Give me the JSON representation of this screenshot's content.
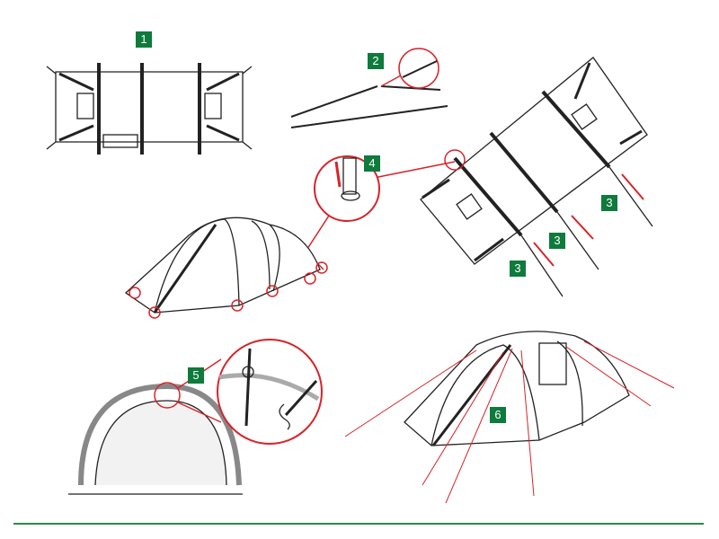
{
  "colors": {
    "step_label_bg": "#0e7a3c",
    "step_label_text": "#ffffff",
    "accent_red": "#d8232a",
    "line": "#222222",
    "rule": "#2a8a4a"
  },
  "steps": [
    {
      "label": "1"
    },
    {
      "label": "2"
    },
    {
      "label": "3"
    },
    {
      "label": "3"
    },
    {
      "label": "3"
    },
    {
      "label": "4"
    },
    {
      "label": "5"
    },
    {
      "label": "6"
    }
  ]
}
